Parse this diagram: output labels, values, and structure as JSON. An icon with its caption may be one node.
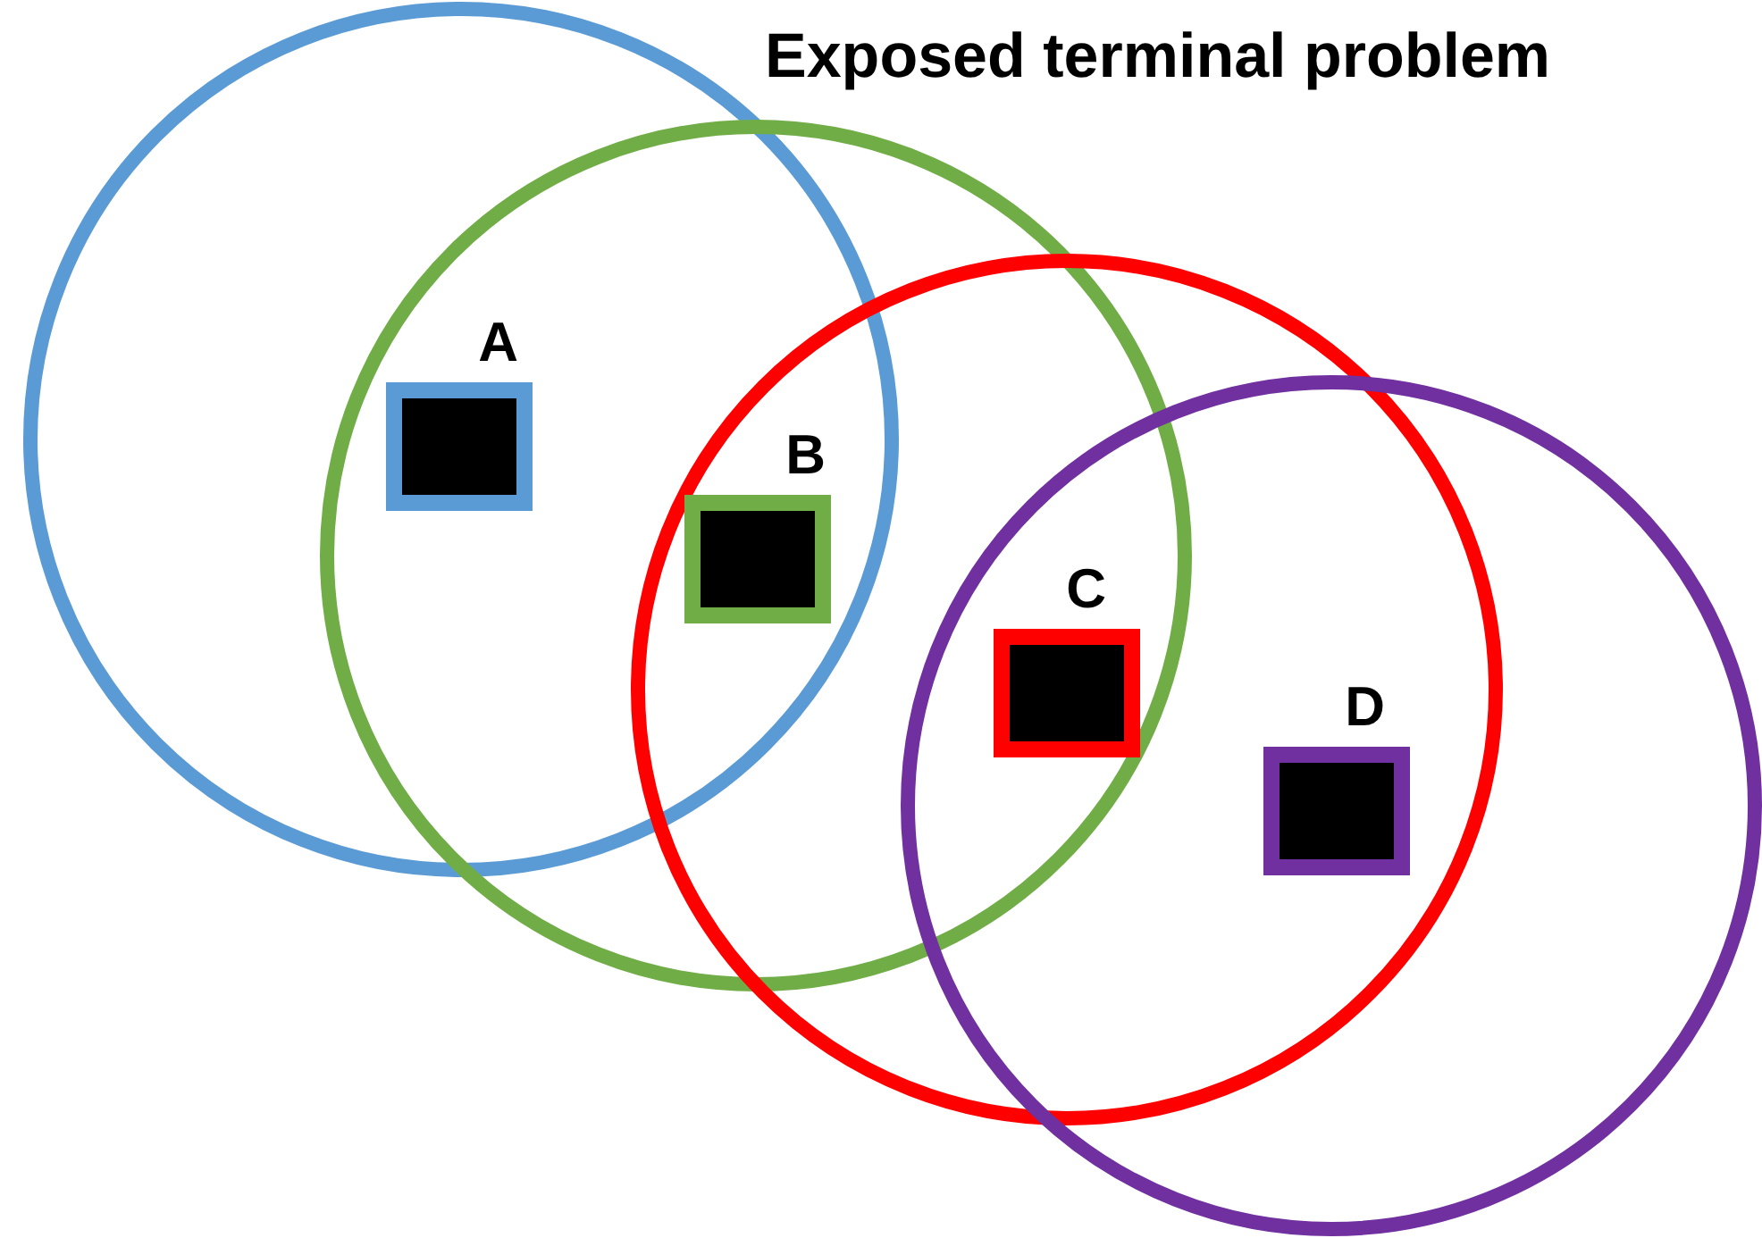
{
  "diagram": {
    "title": "Exposed terminal problem",
    "nodes": [
      {
        "text": [],
        "shape": "circle"
      },
      {
        "text": [],
        "shape": "circle"
      },
      {
        "text": [],
        "shape": "circle"
      },
      {
        "text": [],
        "shape": "circle"
      },
      {
        "text": [],
        "shape": "box",
        "beside": [
          "A"
        ]
      },
      {
        "text": [],
        "shape": "box",
        "beside": [
          "B"
        ]
      },
      {
        "text": [],
        "shape": "box",
        "beside": [
          "C"
        ]
      },
      {
        "text": [],
        "shape": "box",
        "beside": [
          "D"
        ]
      }
    ]
  }
}
